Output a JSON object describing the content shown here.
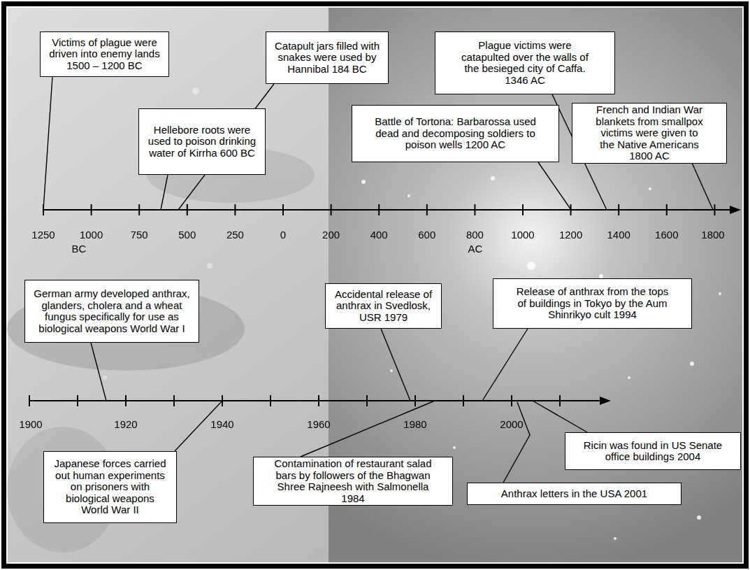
{
  "diagram": {
    "nodes": [
      {
        "text": [
          "Victims of plague were driven into enemy lands 1500 – 1200 BC"
        ]
      },
      {
        "text": [
          "Hellebore roots were used to poison drinking water of Kirrha 600 BC"
        ]
      },
      {
        "text": [
          "Catapult jars filled with snakes were used by Hannibal 184 BC"
        ]
      },
      {
        "text": [
          "Plague victims were catapulted over the walls of the besieged city of Caffa. 1346 AC"
        ]
      },
      {
        "text": [
          "Battle of Tortona: Barbarossa used dead and decomposing soldiers to poison wells 1200 AC"
        ]
      },
      {
        "text": [
          "French and Indian War blankets from smallpox victims were given to the Native Americans 1800 AC"
        ]
      },
      {
        "text": [
          "German army developed anthrax, glanders, cholera and a wheat fungus specifically for use as biological weapons World War I"
        ]
      },
      {
        "text": [
          "Accidental release of anthrax in Svedlosk, USR 1979"
        ]
      },
      {
        "text": [
          "Release of anthrax from the tops of buildings in Tokyo by the Aum Shinrikyo cult 1994"
        ]
      },
      {
        "text": [
          "Japanese forces carried out human experiments on prisoners with biological weapons World War II"
        ]
      },
      {
        "text": [
          "Contamination of restaurant salad bars by followers of the Bhagwan Shree Rajneesh with Salmonella 1984"
        ]
      },
      {
        "text": [
          "Ricin was found in US Senate office buildings 2004"
        ]
      },
      {
        "text": [
          "Anthrax letters in the USA 2001"
        ]
      }
    ],
    "labels": [
      "1250",
      "1000",
      "750",
      "500",
      "250",
      "0",
      "200",
      "400",
      "600",
      "800",
      "1000",
      "1200",
      "1400",
      "1600",
      "1800",
      "BC",
      "AC",
      "1900",
      "1920",
      "1940",
      "1960",
      "1980",
      "2000"
    ]
  }
}
